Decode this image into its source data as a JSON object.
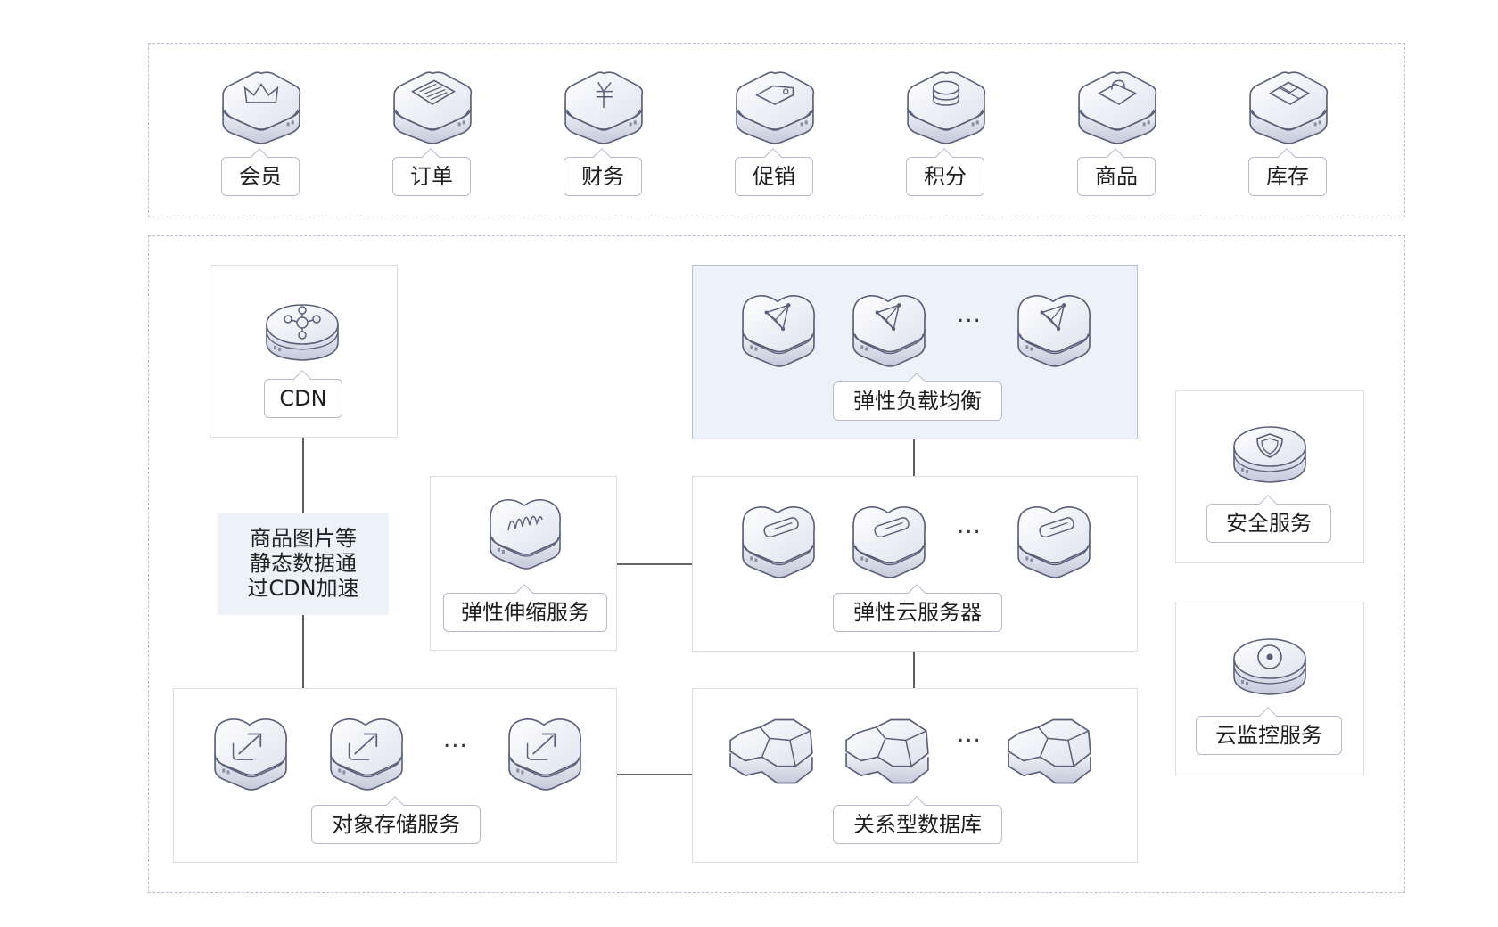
{
  "top_services": [
    {
      "label": "会员",
      "icon": "crown-icon"
    },
    {
      "label": "订单",
      "icon": "document-icon"
    },
    {
      "label": "财务",
      "icon": "yuan-icon"
    },
    {
      "label": "促销",
      "icon": "tag-icon"
    },
    {
      "label": "积分",
      "icon": "coins-icon"
    },
    {
      "label": "商品",
      "icon": "shopping-bag-icon"
    },
    {
      "label": "库存",
      "icon": "box-icon"
    }
  ],
  "cdn": {
    "label": "CDN",
    "icon": "network-hub-icon"
  },
  "note": {
    "line1": "商品图片等",
    "line2": "静态数据通",
    "line3": "过CDN加速"
  },
  "elb": {
    "label": "弹性负载均衡",
    "icon": "load-balancer-icon",
    "ellipsis": "..."
  },
  "autoscaling": {
    "label": "弹性伸缩服务",
    "icon": "wave-icon"
  },
  "ecs": {
    "label": "弹性云服务器",
    "icon": "server-icon",
    "ellipsis": "..."
  },
  "obs": {
    "label": "对象存储服务",
    "icon": "upload-arrow-icon",
    "ellipsis": "..."
  },
  "rds": {
    "label": "关系型数据库",
    "icon": "hexagon-cluster-icon",
    "ellipsis": "..."
  },
  "security": {
    "label": "安全服务",
    "icon": "shield-icon"
  },
  "monitor": {
    "label": "云监控服务",
    "icon": "target-icon"
  },
  "colors": {
    "border_dashed": "#b9bfd2",
    "box_border": "#dcdde3",
    "highlight_bg": "#edf1f9",
    "icon_stroke": "#5a5f78",
    "icon_fill": "#eef0f8"
  }
}
